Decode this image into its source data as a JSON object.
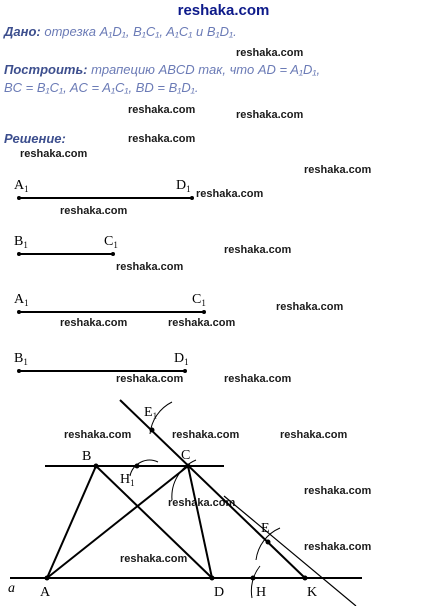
{
  "site": {
    "title": "reshaka.com"
  },
  "problem": {
    "given_label": "Дано:",
    "given_text": "отрезка A₁D₁, B₁C₁, A₁C₁ и B₁D₁.",
    "construct_label": "Построить:",
    "construct_text": "трапецию ABCD так, что AD = A₁D₁,",
    "construct_text_2": "BC = B₁C₁, AC = A₁C₁, BD = B₁D₁.",
    "solution_label": "Решение:"
  },
  "watermark": "reshaka.com",
  "segments": [
    {
      "start": "A1",
      "end": "D1"
    },
    {
      "start": "B1",
      "end": "C1"
    },
    {
      "start": "A1",
      "end": "C1"
    },
    {
      "start": "B1",
      "end": "D1"
    }
  ],
  "figure": {
    "line_label": "a",
    "points": [
      "A",
      "B",
      "C",
      "D",
      "E",
      "E1",
      "H",
      "H1",
      "K"
    ]
  }
}
